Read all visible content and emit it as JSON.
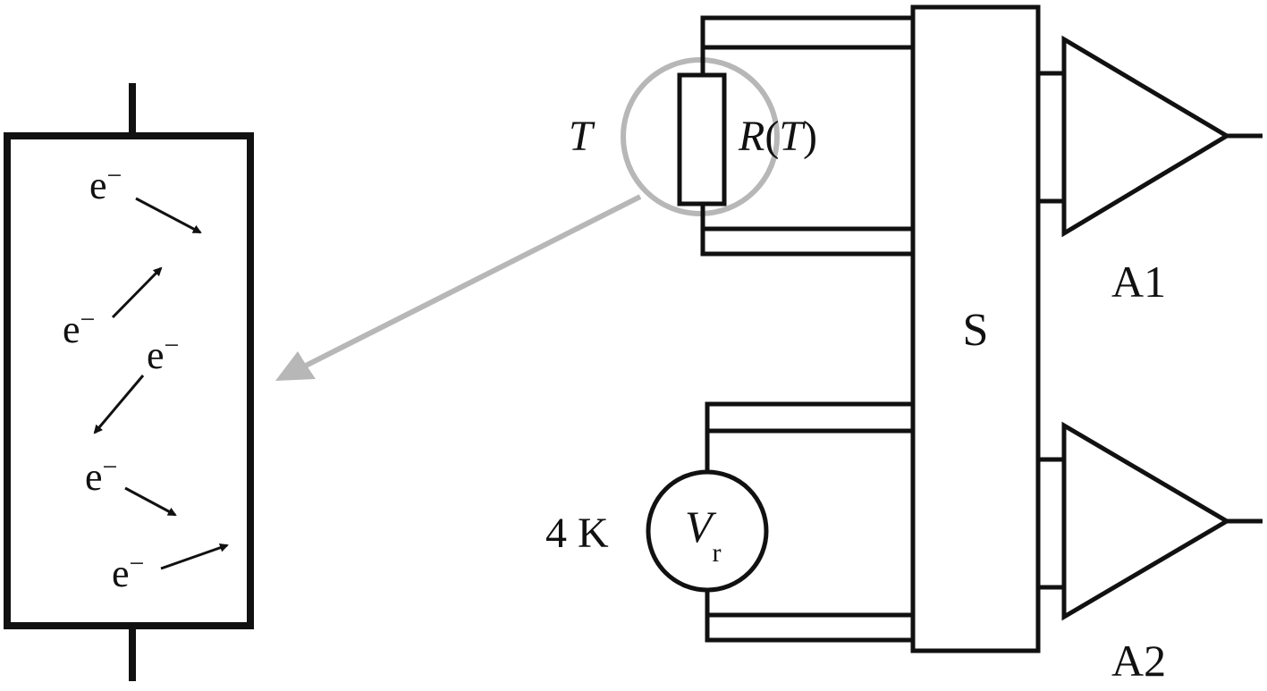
{
  "resistor": {
    "temperature_symbol": "T",
    "resistance": {
      "symbol": "R",
      "open": "(",
      "arg": "T",
      "close": ")"
    }
  },
  "electron_label": "e",
  "electron_charge": "−",
  "electron_count": 5,
  "switch_label": "S",
  "amplifiers": [
    "A1",
    "A2"
  ],
  "reference_source": {
    "temperature": "4 K",
    "symbol": "V",
    "subscript": "r"
  },
  "colors": {
    "line": "#111111",
    "highlight": "#b7b7b7",
    "background": "#ffffff"
  }
}
